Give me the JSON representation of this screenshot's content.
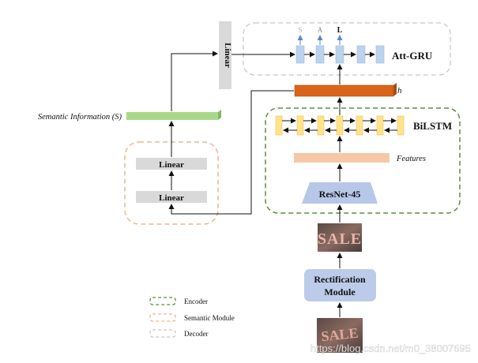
{
  "labels": {
    "att_gru": "Att-GRU",
    "bilstm": "BiLSTM",
    "h": "h",
    "features": "Features",
    "resnet": "ResNet-45",
    "rectification_line1": "Rectification",
    "rectification_line2": "Module",
    "linear_vertical": "Linear",
    "linear_upper": "Linear",
    "linear_lower": "Linear",
    "semantic_info": "Semantic Information (S)"
  },
  "output_chars": [
    "S",
    "A",
    "L"
  ],
  "legend": [
    {
      "label": "Encoder",
      "style": "encoder"
    },
    {
      "label": "Semantic Module",
      "style": "semantic"
    },
    {
      "label": "Decoder",
      "style": "decoder"
    }
  ],
  "images": {
    "rectified_text": "SALE",
    "input_text": "SALE"
  },
  "watermark": "https://blog.csdn.net/m0_38007695",
  "colors": {
    "encoder_border": "#5a8f3a",
    "semantic_border": "#f2b48a",
    "decoder_border": "#c8c8c8",
    "att_gru_cell": "#bcd3ee",
    "bilstm_cell": "#ffe38a",
    "h_bar": "#d9641a",
    "features_bar": "#f6c8a8",
    "resnet_block": "#b7c7e8",
    "rectification_block": "#bccbe9",
    "linear_block": "#d9d9d9",
    "semantic_bar": "#a8d98a",
    "output_arrow": "#5c86c9"
  }
}
